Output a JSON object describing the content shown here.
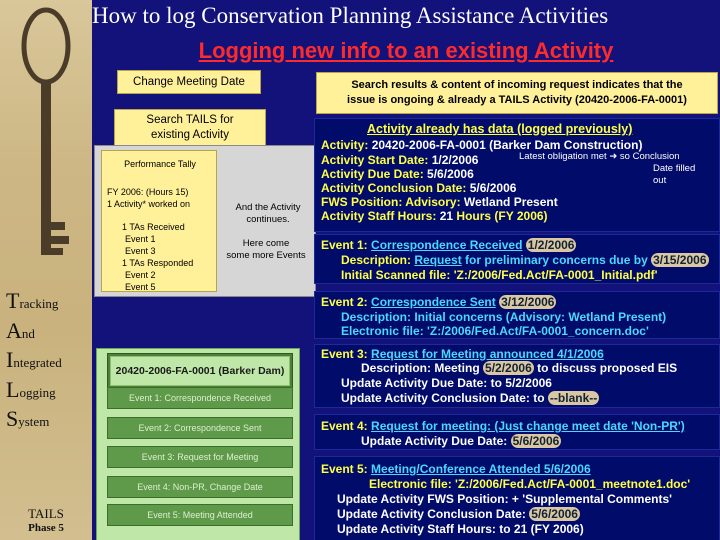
{
  "slide": {
    "title": "How to log Conservation Planning Assistance Activities",
    "subtitle": "Logging new info to an existing Activity",
    "footer_title": "TAILS",
    "footer_phase": "Phase 5"
  },
  "tails_acronym": [
    {
      "big": "T",
      "rest": "racking"
    },
    {
      "big": "A",
      "rest": "nd"
    },
    {
      "big": "I",
      "rest": "ntegrated"
    },
    {
      "big": "L",
      "rest": "ogging"
    },
    {
      "big": "S",
      "rest": "ystem"
    }
  ],
  "boxes": {
    "change_meeting_date": "Change Meeting Date",
    "search_tails_l1": "Search TAILS for",
    "search_tails_l2": "existing Activity",
    "search_results_l1": "Search results & content of incoming request indicates that the",
    "search_results_l2": "issue is ongoing & already a TAILS Activity (20420-2006-FA-0001)"
  },
  "performance": {
    "title": "Performance Tally",
    "fy_l1": "FY 2006: (Hours 15)",
    "fy_l2": "1 Activity* worked on",
    "events": [
      "1 TAs Received",
      "Event 1",
      "Event 3",
      "1 TAs Responded",
      "Event 2",
      "Event 5"
    ],
    "continues_l1": "And the Activity",
    "continues_l2": "continues.",
    "more_l1": "Here come",
    "more_l2": "some more Events"
  },
  "green_panel": {
    "header": "20420-2006-FA-0001 (Barker Dam)",
    "buttons": [
      "Event 1: Correspondence Received",
      "Event 2: Correspondence Sent",
      "Event 3: Request for Meeting",
      "Event 4: Non-PR, Change Date",
      "Event 5: Meeting Attended"
    ]
  },
  "activity": {
    "header": "Activity already has data (logged previously)",
    "activity_label": "Activity:",
    "activity_value": "20420-2006-FA-0001 (Barker Dam Construction)",
    "start_label": "Activity Start Date:",
    "start_value": "1/2/2006",
    "latest_obligation": "Latest obligation met",
    "so_conclusion": "so Conclusion",
    "date_filled": "Date filled",
    "out": "out",
    "due_label": "Activity Due Date:",
    "due_value": "5/6/2006",
    "conclusion_label": "Activity Conclusion Date:",
    "conclusion_value": "5/6/2006",
    "fws_label": "FWS Position: Advisory:",
    "fws_value": "Wetland Present",
    "hours_label": "Activity Staff Hours:",
    "hours_num": "21",
    "hours_rest": "Hours  (FY 2006)"
  },
  "event1": {
    "label": "Event 1:",
    "name": "Correspondence Received",
    "date": "1/2/2006",
    "desc_label": "Description:",
    "desc_a": "Request",
    "desc_b": "for preliminary concerns due by",
    "desc_date": "3/15/2006",
    "file_label": "Initial Scanned file:",
    "file_value": "'Z:/2006/Fed.Act/FA-0001_Initial.pdf'"
  },
  "event2": {
    "label": "Event 2:",
    "name": "Correspondence Sent",
    "date": "3/12/2006",
    "desc": "Description: Initial concerns (Advisory: Wetland Present)",
    "file": "Electronic file: 'Z:/2006/Fed.Act/FA-0001_concern.doc'"
  },
  "event3": {
    "label": "Event 3:",
    "name": "Request for Meeting announced 4/1/2006",
    "desc_a": "Description: Meeting",
    "desc_date": "5/2/2006",
    "desc_b": "to discuss proposed EIS",
    "due_a": "Update Activity Due Date: to",
    "due_date": "5/2/2006",
    "concl_a": "Update Activity Conclusion Date: to",
    "concl_value": "--blank--"
  },
  "event4": {
    "label": "Event 4:",
    "name": "Request for meeting: (Just change meet date 'Non-PR')",
    "due_a": "Update Activity Due Date:",
    "due_date": "5/6/2006"
  },
  "event5": {
    "label": "Event 5:",
    "name": "Meeting/Conference Attended  5/6/2006",
    "file": "Electronic file: 'Z:/2006/Fed.Act/FA-0001_meetnote1.doc'",
    "fws": "Update Activity FWS Position: + 'Supplemental Comments'",
    "concl_a": "Update Activity Conclusion Date:",
    "concl_date": "5/6/2006",
    "hours": "Update Activity Staff Hours: to 21  (FY 2006)"
  },
  "colors": {
    "background": "#12127a",
    "title_red": "#ff2a2a",
    "yellow_box": "#fff09a",
    "green_panel": "#bfe8a8",
    "info_blue": "#000b6a",
    "text_yellow": "#ffff44",
    "text_cyan": "#4ad8ff"
  }
}
